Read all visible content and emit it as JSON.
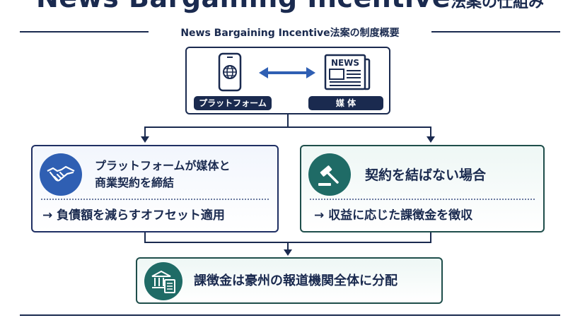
{
  "header": {
    "title_en": "News Bargaining Incentive",
    "title_jp": "法案の仕組み",
    "subtitle": "News Bargaining Incentive法案の制度概要"
  },
  "top_box": {
    "platform_label": "プラットフォーム",
    "media_label": "媒 体",
    "newspaper_text": "NEWS"
  },
  "left_card": {
    "line1": "プラットフォームが媒体と",
    "line2": "商業契約を締結",
    "result": "→ 負債額を減らすオフセット適用"
  },
  "right_card": {
    "line1": "契約を結ばない場合",
    "result": "→ 収益に応じた課徴金を徴収"
  },
  "bottom_card": {
    "text": "課徴金は豪州の報道機関全体に分配"
  },
  "colors": {
    "navy": "#1a2a4f",
    "blue_accent": "#2f5fb3",
    "teal_accent": "#1f6b66"
  }
}
